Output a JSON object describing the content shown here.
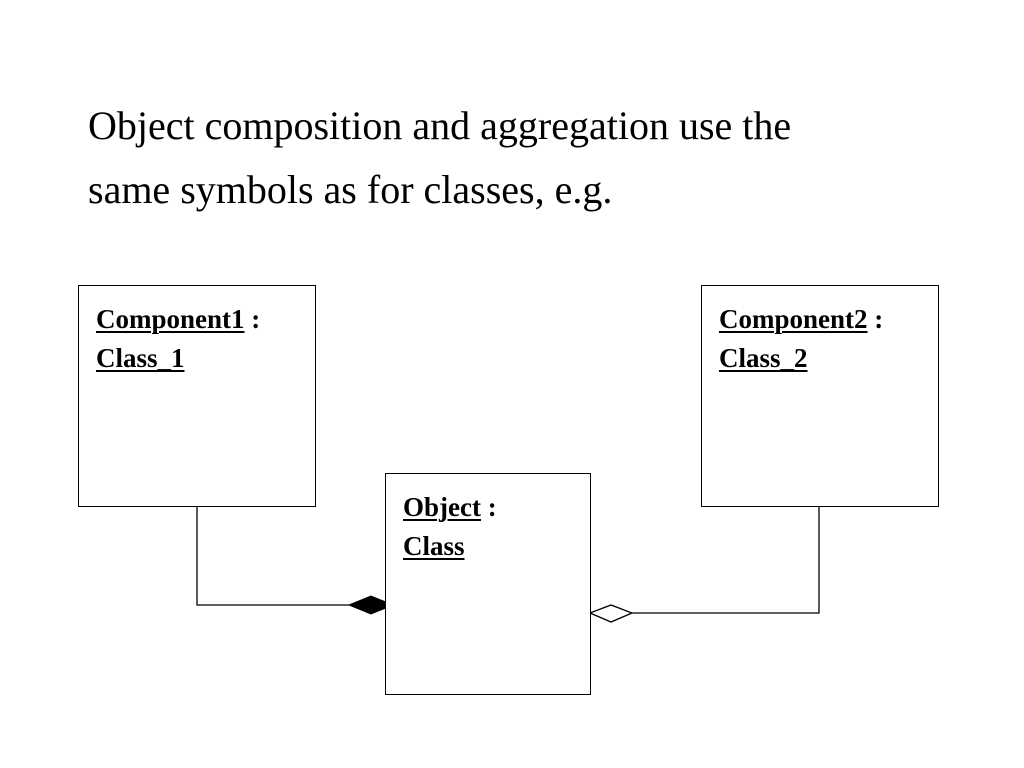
{
  "heading": {
    "line1": "Object composition and aggregation use the",
    "line2": "same symbols as for classes, e.g."
  },
  "objects": {
    "component1": {
      "name": "Component1",
      "separator": " :",
      "class_name": "Class_1"
    },
    "component2": {
      "name": "Component2",
      "separator": " :",
      "class_name": "Class_2"
    },
    "object": {
      "name": "Object",
      "separator": " :",
      "class_name": "Class"
    }
  },
  "relations": {
    "composition": {
      "from": "component1",
      "to": "object",
      "symbol": "filled-diamond"
    },
    "aggregation": {
      "from": "component2",
      "to": "object",
      "symbol": "hollow-diamond"
    }
  },
  "colors": {
    "line": "#000000",
    "background": "#ffffff",
    "text": "#000000"
  }
}
